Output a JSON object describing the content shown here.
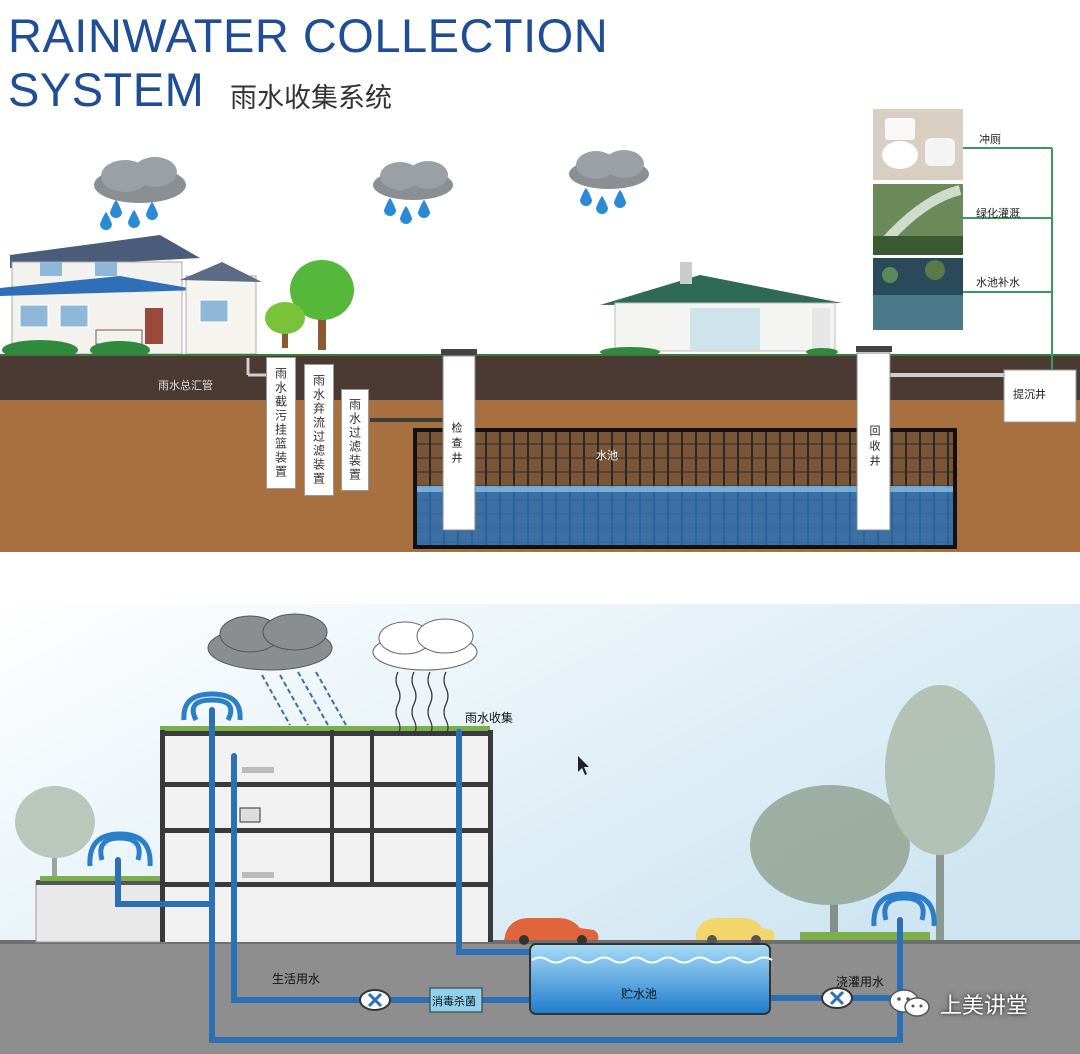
{
  "header": {
    "title_line1": "RAINWATER COLLECTION",
    "title_line2": "SYSTEM",
    "title_cn": "雨水收集系统"
  },
  "top_diagram": {
    "main_pipe": "雨水总汇管",
    "device_labels": [
      "雨水截污挂篮装置",
      "雨水弃流过滤装置",
      "雨水过滤装置"
    ],
    "inspection_well": "检查井",
    "tank": "水池",
    "recovery_well": "回收井",
    "sediment_well": "提沉井",
    "uses": [
      "冲厕",
      "绿化灌溉",
      "水池补水"
    ]
  },
  "bottom_diagram": {
    "collection": "雨水收集",
    "domestic_water": "生活用水",
    "disinfection": "消毒杀菌",
    "storage_tank": "贮水池",
    "irrigation_water": "浇灌用水"
  },
  "watermark": {
    "text": "上美讲堂"
  },
  "colors": {
    "title_blue": "#1f4e96",
    "soil": "#a8703e",
    "ground_dark": "#4a3a33",
    "water_blue": "#2a78c8",
    "pipe_green": "#3a9a5a",
    "sky": "#dfeef6"
  }
}
